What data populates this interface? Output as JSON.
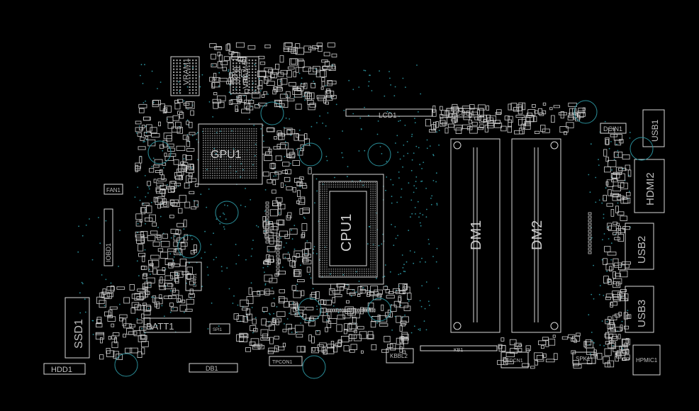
{
  "colors": {
    "background": "#000000",
    "outline": "#d9d9d9",
    "label": "#bfbfbf",
    "via": "#2a8f9a"
  },
  "labels": {
    "vram1": "VRAM1",
    "vram4": "VRAM4",
    "gpu1": "GPU1",
    "cpu1": "CPU1",
    "lcd1": "LCD1",
    "tcbd1": "TCBD1",
    "dcin1": "DCIN1",
    "usb1": "USB1",
    "hdmi2": "HDMI2",
    "usb2": "USB2",
    "usb3": "USB3",
    "dm1": "DM1",
    "dm2": "DM2",
    "fan1": "FAN1",
    "iobd1": "IOBD1",
    "ssd1": "SSD1",
    "hdd1": "HDD1",
    "batt1": "BATT1",
    "db1": "DB1",
    "tpcon1": "TPCON1",
    "kbbl2": "KBBL2",
    "kb1": "KB1",
    "ledcn1": "LEDCN1",
    "spk1": "SPK1",
    "hpmic1": "HPMIC1",
    "spi": "SPI1",
    "l4401": "L4401"
  }
}
